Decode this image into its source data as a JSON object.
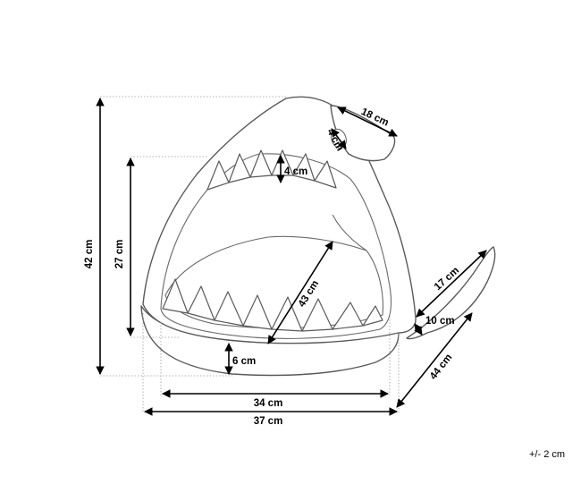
{
  "dimensions": {
    "height_total": "42 cm",
    "height_opening": "27 cm",
    "width_inner": "34 cm",
    "width_outer": "37 cm",
    "depth": "44 cm",
    "diagonal": "43 cm",
    "fin_length": "18 cm",
    "fin_hole": "4 cm",
    "tooth_height": "4 cm",
    "base_height": "6 cm",
    "tail_length": "17 cm",
    "tail_height": "10 cm"
  },
  "tolerance": "+/- 2 cm",
  "colors": {
    "outline": "#5a5a5a",
    "dimension": "#000000",
    "background": "#ffffff"
  }
}
